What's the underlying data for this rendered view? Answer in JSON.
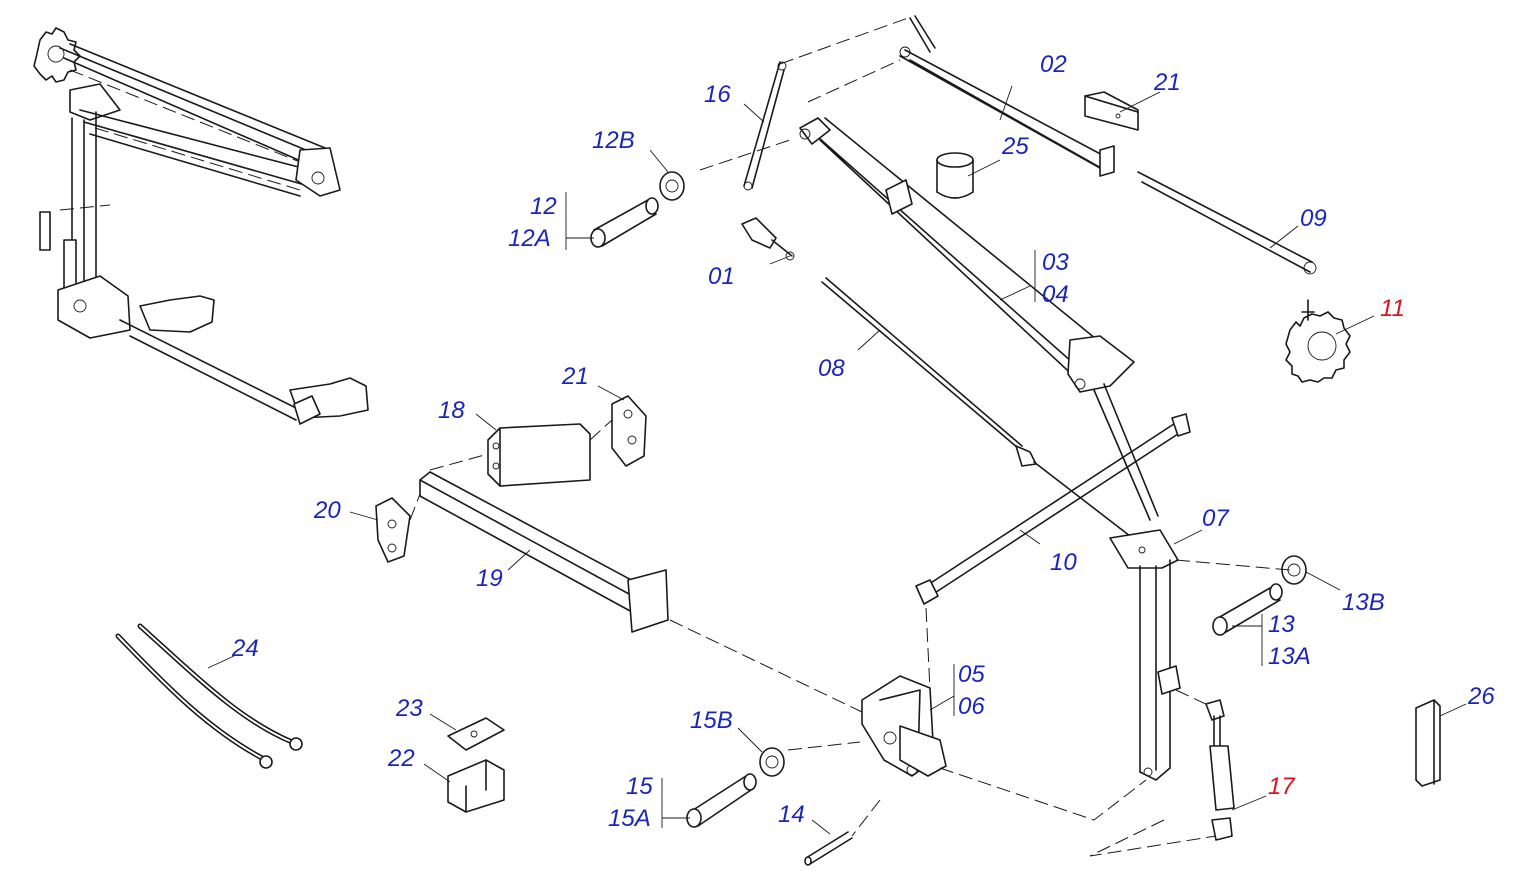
{
  "diagram": {
    "labels": {
      "p01": "01",
      "p02": "02",
      "p03": "03",
      "p04": "04",
      "p05": "05",
      "p06": "06",
      "p07": "07",
      "p08": "08",
      "p09": "09",
      "p10": "10",
      "p11": "11",
      "p12": "12",
      "p12A": "12A",
      "p12B": "12B",
      "p13": "13",
      "p13A": "13A",
      "p13B": "13B",
      "p14": "14",
      "p15": "15",
      "p15A": "15A",
      "p15B": "15B",
      "p16": "16",
      "p17": "17",
      "p18": "18",
      "p19": "19",
      "p20": "20",
      "p21a": "21",
      "p21b": "21",
      "p22": "22",
      "p23": "23",
      "p24": "24",
      "p25": "25",
      "p26": "26"
    },
    "colors": {
      "label_default": "#1a26b8",
      "label_highlight": "#e0121a",
      "line": "#1a1a1a"
    },
    "highlighted_parts": [
      "11",
      "17"
    ]
  }
}
